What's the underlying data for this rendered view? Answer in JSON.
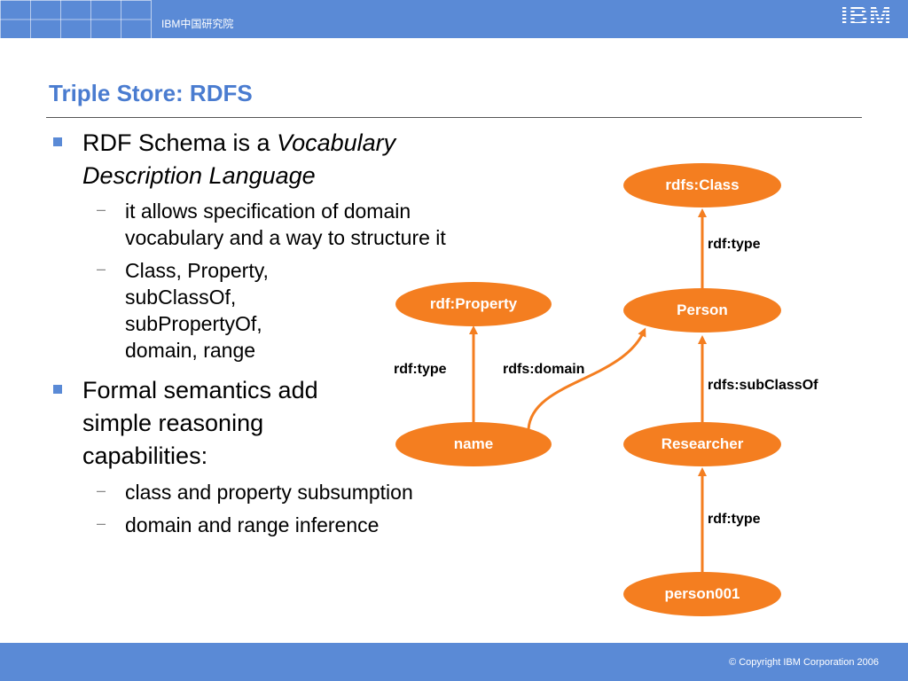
{
  "header": {
    "title": "IBM中国研究院",
    "logo": "IBM"
  },
  "slide": {
    "title": "Triple Store: RDFS",
    "bullets": [
      {
        "plain": "RDF Schema is a ",
        "italic": "Vocabulary",
        "line2": "Description Language"
      },
      {
        "line1": "Formal semantics add",
        "line2": "simple reasoning",
        "line3": "capabilities:"
      }
    ],
    "subbullets1": [
      {
        "line1": "it allows specification of domain",
        "line2": "vocabulary and a way to structure it"
      },
      {
        "line1": "Class, Property,",
        "line2": "subClassOf,",
        "line3": "subPropertyOf,",
        "line4": "domain, range"
      }
    ],
    "subbullets2": [
      "class and property subsumption",
      "domain and range inference"
    ],
    "dash": "–"
  },
  "diagram": {
    "nodes": {
      "rdfs_class": "rdfs:Class",
      "rdf_property": "rdf:Property",
      "person": "Person",
      "name": "name",
      "researcher": "Researcher",
      "person001": "person001"
    },
    "edges": {
      "person_to_class": "rdf:type",
      "name_to_property": "rdf:type",
      "name_domain": "rdfs:domain",
      "researcher_subclass": "rdfs:subClassOf",
      "person001_type": "rdf:type"
    },
    "color": "#f47e20"
  },
  "footer": {
    "copyright": "© Copyright IBM Corporation 2006"
  },
  "colors": {
    "header_bg": "#5a8ad6",
    "title": "#4a7cd0",
    "node": "#f47e20"
  }
}
